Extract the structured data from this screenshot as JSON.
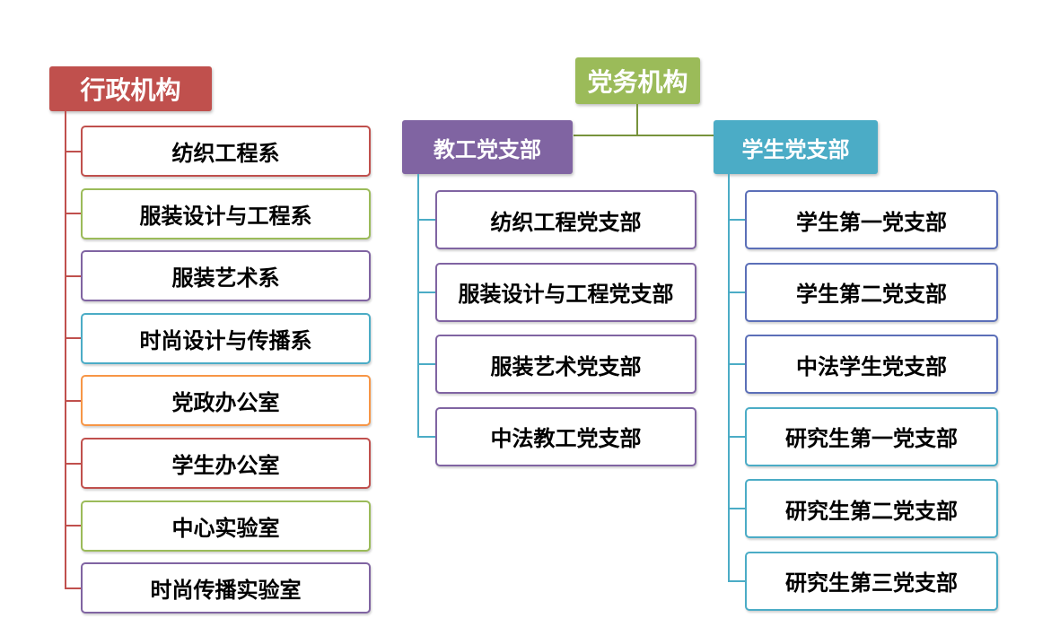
{
  "admin": {
    "title": "行政机构",
    "color": "#c0504d",
    "items": [
      {
        "label": "纺织工程系",
        "color": "#c0504d"
      },
      {
        "label": "服装设计与工程系",
        "color": "#9bbb59"
      },
      {
        "label": "服装艺术系",
        "color": "#8064a2"
      },
      {
        "label": "时尚设计与传播系",
        "color": "#4bacc6"
      },
      {
        "label": "党政办公室",
        "color": "#f79646"
      },
      {
        "label": "学生办公室",
        "color": "#c0504d"
      },
      {
        "label": "中心实验室",
        "color": "#9bbb59"
      },
      {
        "label": "时尚传播实验室",
        "color": "#8064a2"
      }
    ]
  },
  "party": {
    "title": "党务机构",
    "color": "#9bbb59",
    "faculty": {
      "title": "教工党支部",
      "color": "#8064a2",
      "items": [
        "纺织工程党支部",
        "服装设计与工程党支部",
        "服装艺术党支部",
        "中法教工党支部"
      ]
    },
    "student": {
      "title": "学生党支部",
      "color": "#4bacc6",
      "items": [
        "学生第一党支部",
        "学生第二党支部",
        "中法学生党支部",
        "研究生第一党支部",
        "研究生第二党支部",
        "研究生第三党支部"
      ]
    }
  }
}
